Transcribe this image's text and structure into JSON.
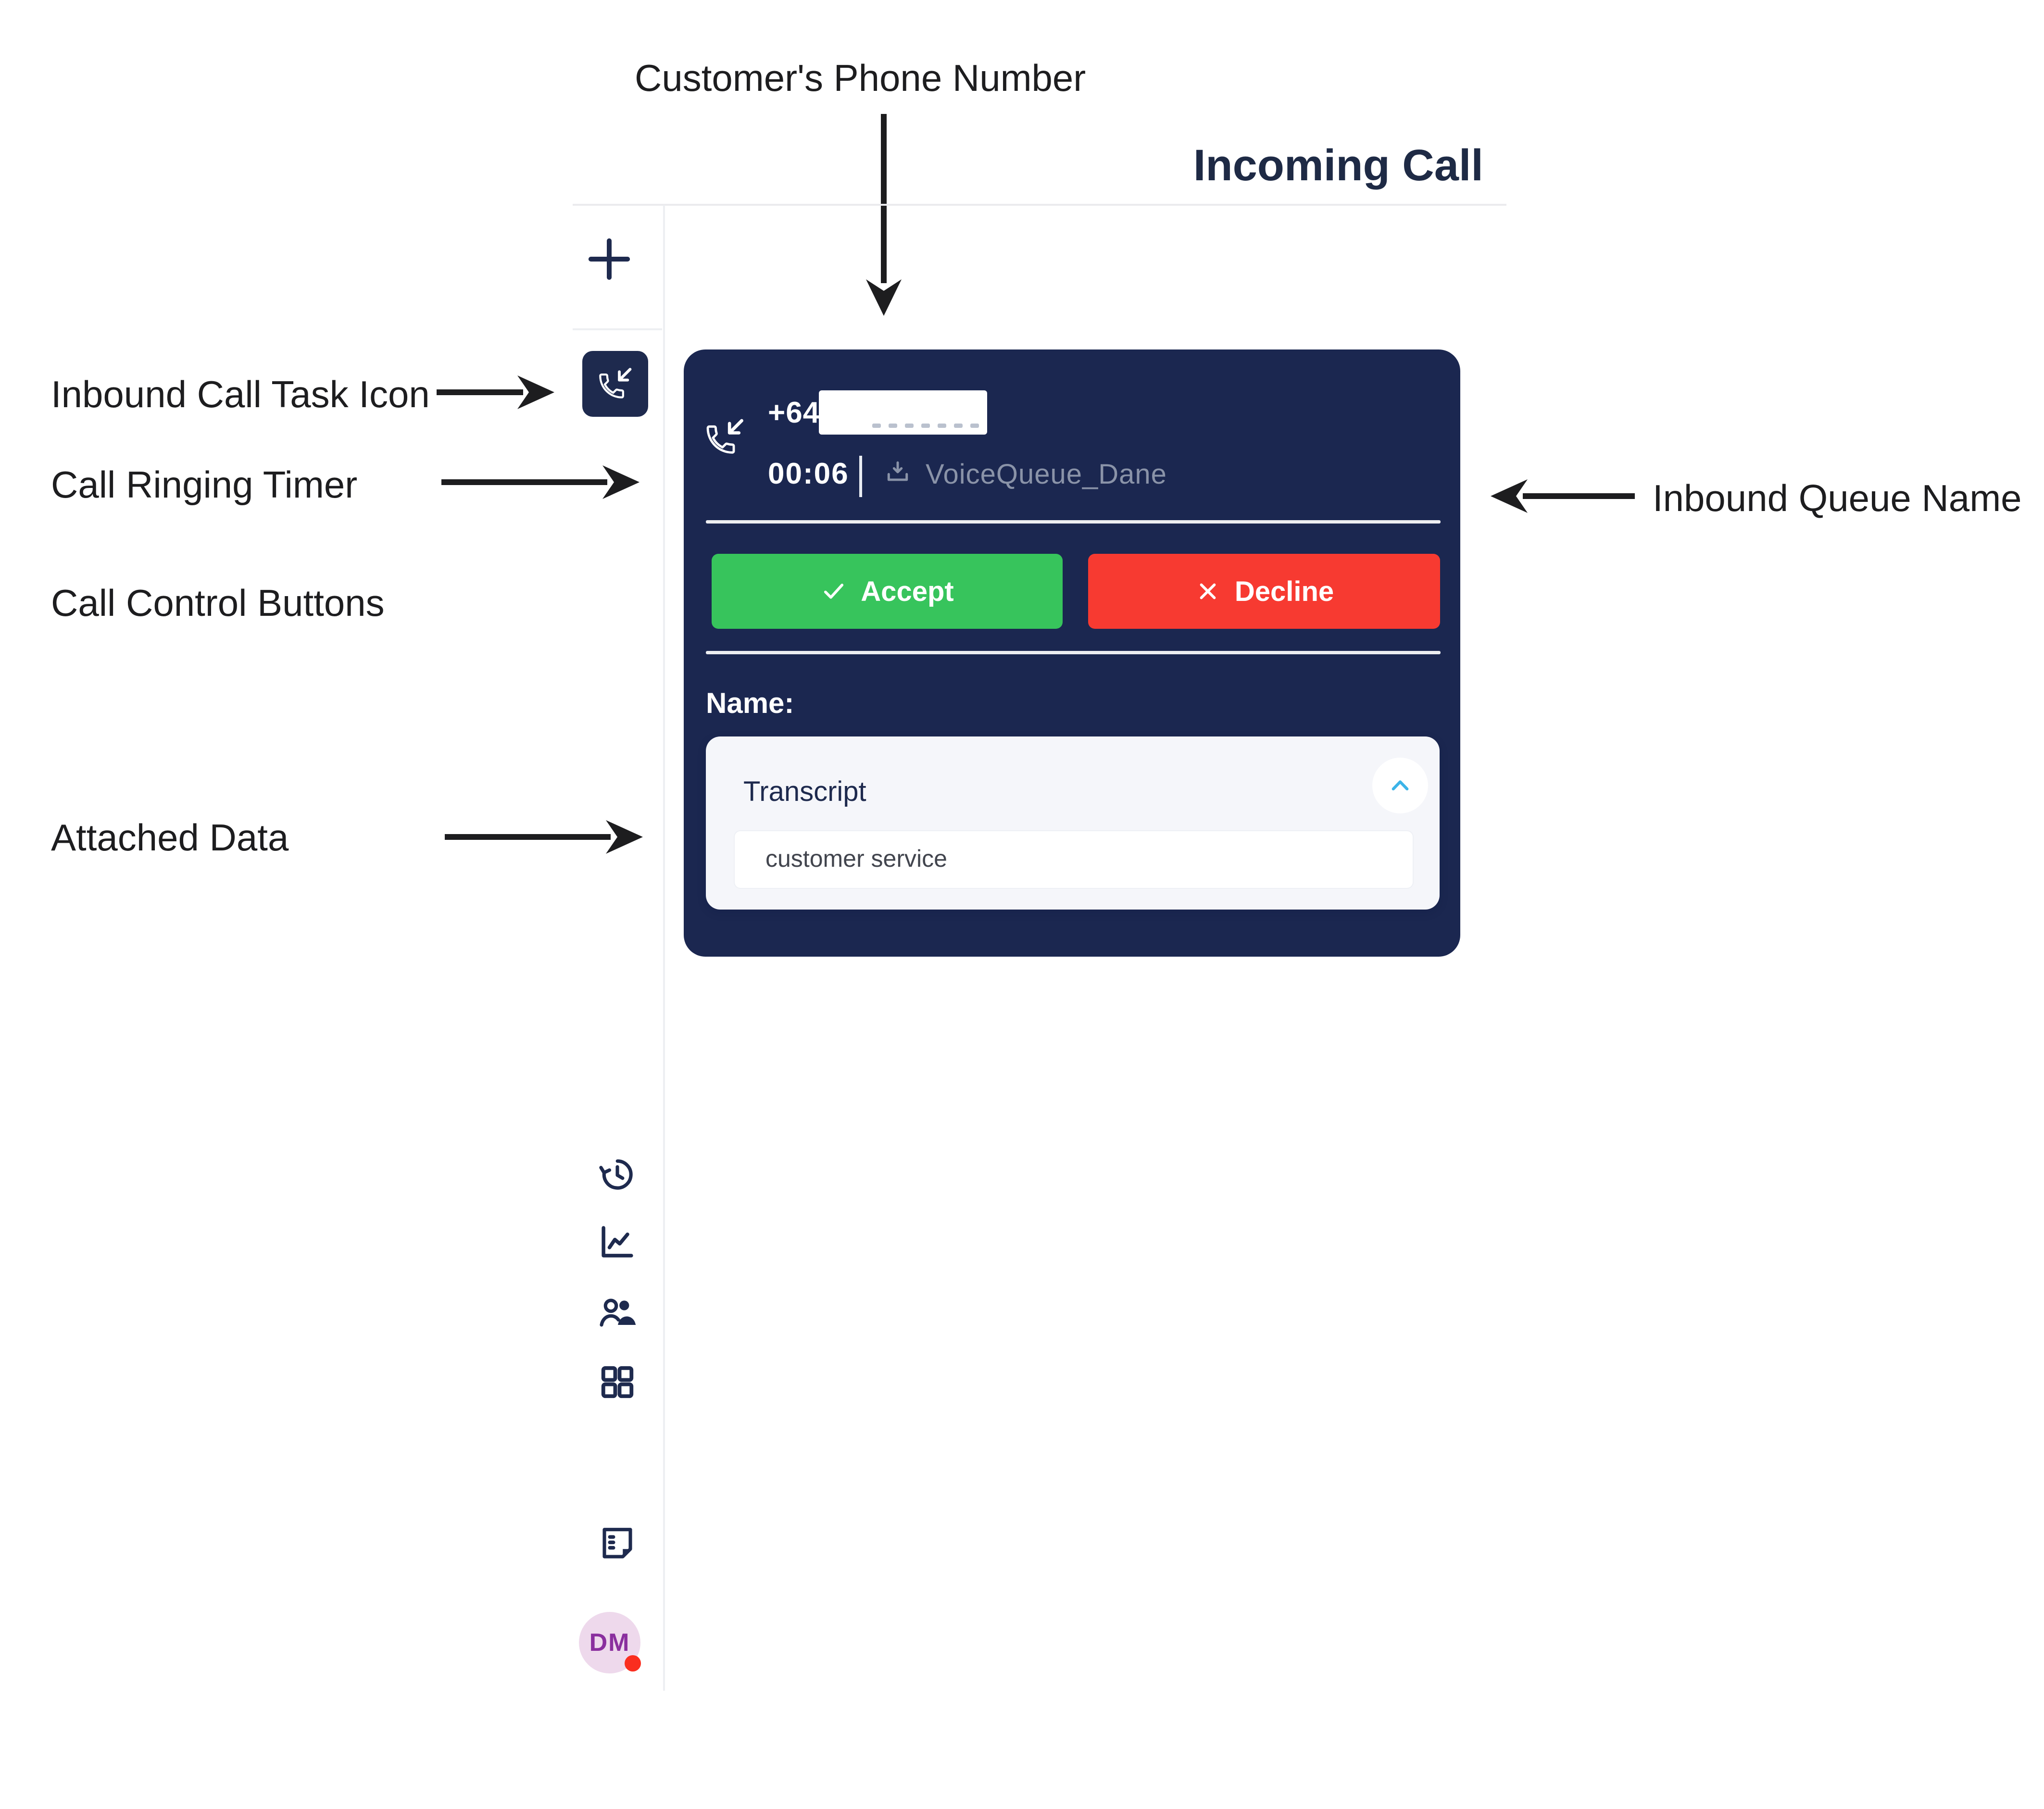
{
  "header": {
    "title": "Incoming Call"
  },
  "annotations": {
    "phone_number": "Customer's Phone Number",
    "task_icon": "Inbound Call Task Icon",
    "ringing_timer": "Call Ringing Timer",
    "control_buttons": "Call Control Buttons",
    "attached_data": "Attached Data",
    "queue_name": "Inbound Queue Name"
  },
  "sidebar": {
    "plus_icon": "plus-icon",
    "active_task_icon": "inbound-call-icon",
    "nav_icons": [
      "history-icon",
      "line-chart-icon",
      "agents-icon",
      "grid-dashboard-icon",
      "notes-icon"
    ],
    "avatar": {
      "initials": "DM",
      "status_dot_color": "#fa2e1f"
    }
  },
  "call_card": {
    "country_code": "+64",
    "number_redacted": true,
    "ringing_timer": "00:06",
    "queue_icon": "download-queue-icon",
    "queue_name": "VoiceQueue_Dane",
    "accept_label": "Accept",
    "decline_label": "Decline",
    "name_label": "Name:",
    "attached": {
      "title": "Transcript",
      "value": "customer service",
      "collapse_icon": "chevron-up-icon"
    }
  },
  "colors": {
    "card_navy": "#1b2750",
    "ui_navy": "#1e2a4e",
    "accept_green": "#37c45c",
    "decline_red": "#f73a31",
    "muted_text": "#8a93a8",
    "chevron_blue": "#3cb4e8",
    "avatar_bg": "#eed9ec",
    "avatar_text": "#8a2f9e",
    "status_dot": "#fa2e1f"
  }
}
